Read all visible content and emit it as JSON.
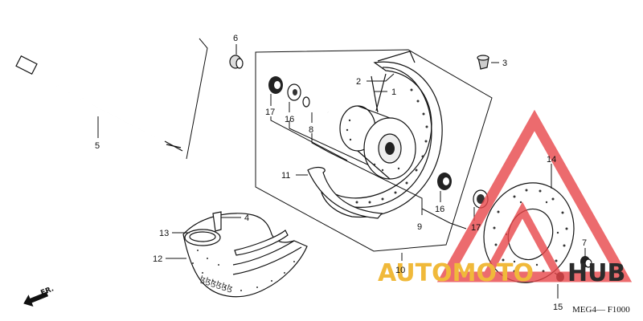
{
  "callouts": {
    "c1": "1",
    "c2": "2",
    "c3": "3",
    "c4": "4",
    "c5": "5",
    "c6": "6",
    "c7": "7",
    "c8": "8",
    "c9": "9",
    "c10": "10",
    "c11": "11",
    "c12": "12",
    "c13": "13",
    "c14": "14",
    "c15": "15",
    "c16a": "16",
    "c16b": "16",
    "c17a": "17",
    "c17b": "17"
  },
  "diagram_code": "MEG4— F1000",
  "direction_label": "FR.",
  "watermark": {
    "text_left": "AUTOMOTO",
    "text_right": "HUB",
    "color_left": "#f0b93a",
    "color_right": "#2b2b2b",
    "logo_color": "#e8474a"
  }
}
